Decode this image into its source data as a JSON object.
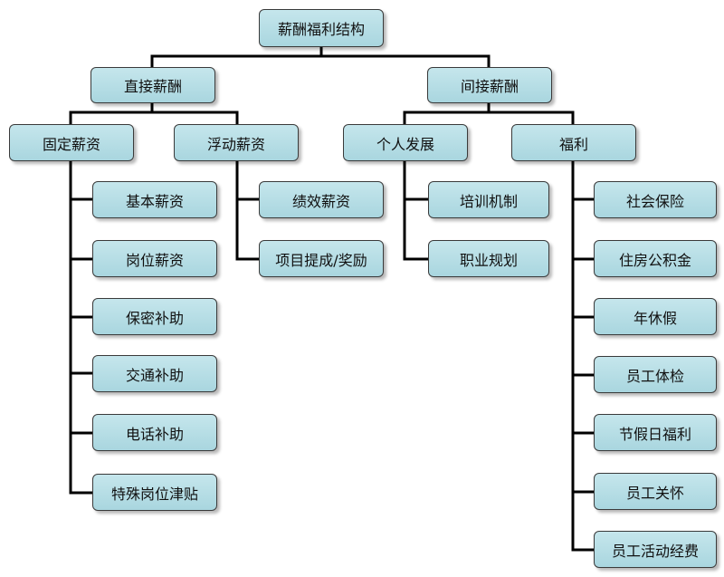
{
  "root": "薪酬福利结构",
  "direct": {
    "title": "直接薪酬",
    "fixed": {
      "title": "固定薪资",
      "items": [
        "基本薪资",
        "岗位薪资",
        "保密补助",
        "交通补助",
        "电话补助",
        "特殊岗位津贴"
      ]
    },
    "floating": {
      "title": "浮动薪资",
      "items": [
        "绩效薪资",
        "项目提成/奖励"
      ]
    }
  },
  "indirect": {
    "title": "间接薪酬",
    "development": {
      "title": "个人发展",
      "items": [
        "培训机制",
        "职业规划"
      ]
    },
    "benefits": {
      "title": "福利",
      "items": [
        "社会保险",
        "住房公积金",
        "年休假",
        "员工体检",
        "节假日福利",
        "员工关怀",
        "员工活动经费"
      ]
    }
  }
}
